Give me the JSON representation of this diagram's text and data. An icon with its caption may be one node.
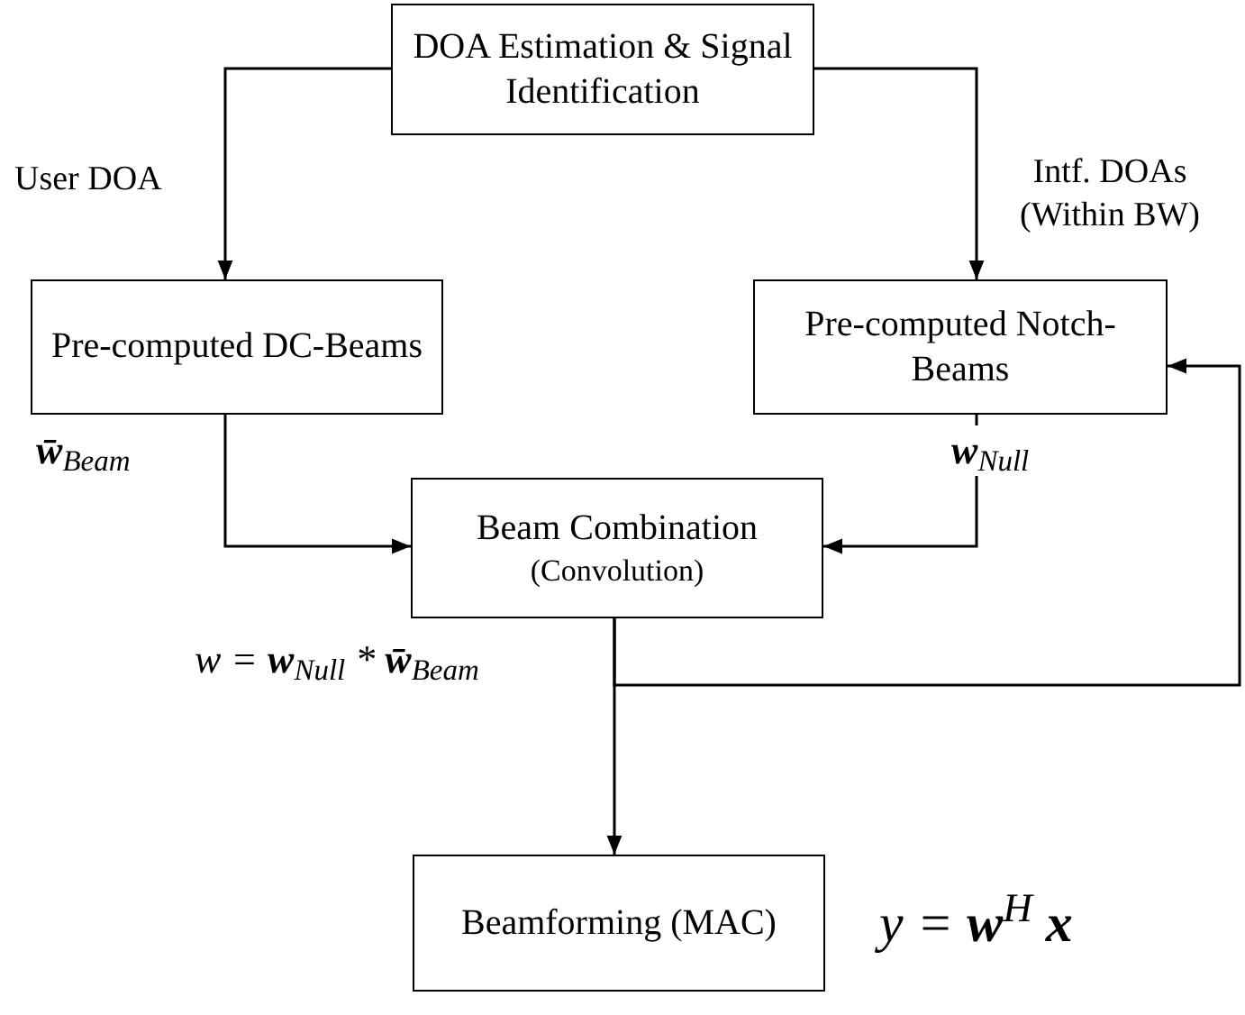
{
  "diagram": {
    "nodes": [
      {
        "text": [
          "DOA  Estimation & Signal Identification"
        ]
      },
      {
        "text": [
          "Pre-computed DC-Beams"
        ]
      },
      {
        "text": [
          "Pre-computed Notch-Beams"
        ]
      },
      {
        "text": [
          "Beam Combination",
          "(Convolution)"
        ]
      },
      {
        "text": [
          "Beamforming (MAC)"
        ]
      }
    ],
    "edges": [
      {
        "from": 0,
        "to": 1,
        "arrow": "to",
        "label": "User DOA"
      },
      {
        "from": 0,
        "to": 2,
        "arrow": "to",
        "label": "Intf. DOAs (Within BW)"
      },
      {
        "from": 1,
        "to": 3,
        "arrow": "to",
        "label": "**w̄**$_{Beam}$"
      },
      {
        "from": 2,
        "to": 3,
        "arrow": "to",
        "label": "**w**$_{Null}$"
      },
      {
        "from": 3,
        "to": 4,
        "arrow": "to",
        "label": "w = **w**$_{Null}$ * **w̄**$_{Beam}$"
      },
      {
        "from": 3,
        "to": 2,
        "arrow": "to"
      }
    ],
    "labels": [
      "y = **w**$^{H}$ **x**"
    ]
  }
}
